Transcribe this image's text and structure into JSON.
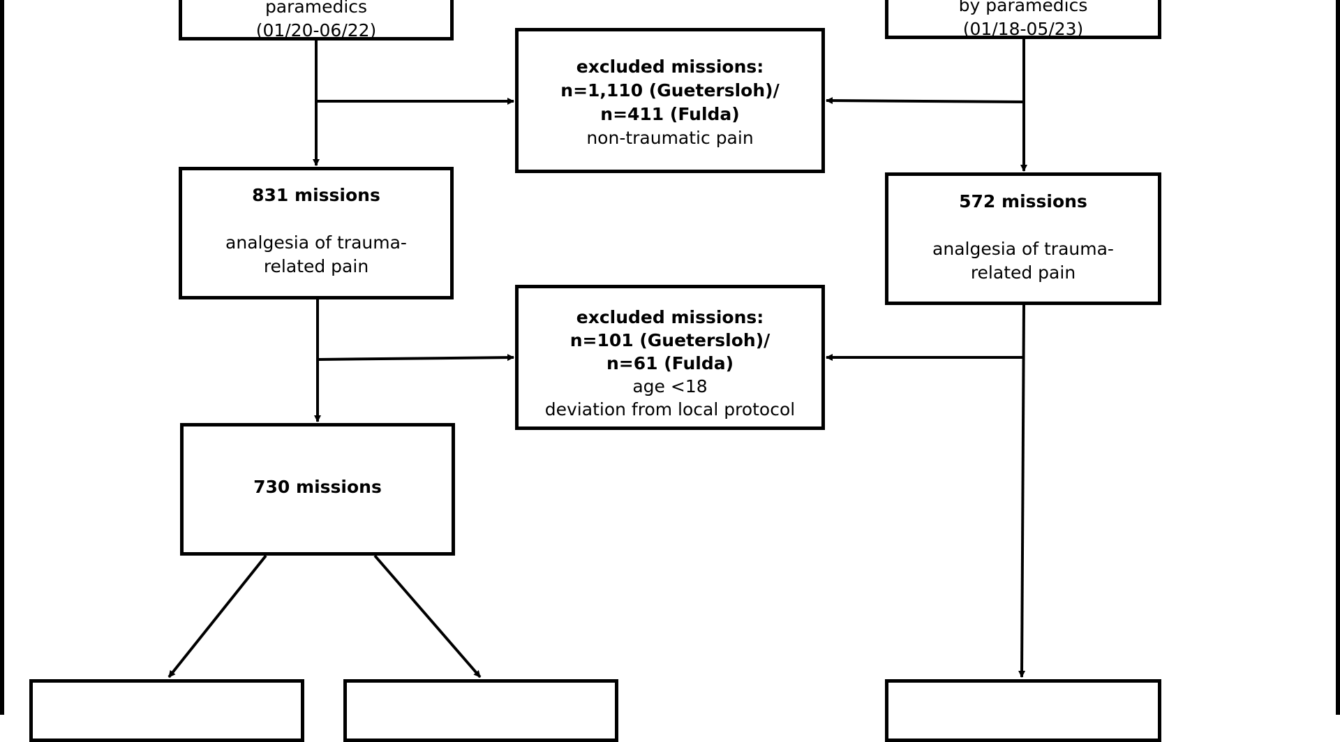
{
  "boxes": {
    "top_left": {
      "line1": "paramedics",
      "line2": "(01/20-06/22)"
    },
    "top_right": {
      "line1": "by paramedics",
      "line2": "(01/18-05/23)"
    },
    "excluded_1": {
      "line1": "excluded missions:",
      "line2": "n=1,110 (Guetersloh)/",
      "line3": "n=411 (Fulda)",
      "line4": "non-traumatic pain"
    },
    "left_831": {
      "title": "831 missions",
      "line1": "analgesia of trauma-",
      "line2": "related pain"
    },
    "right_572": {
      "title": "572 missions",
      "line1": "analgesia of trauma-",
      "line2": "related  pain"
    },
    "excluded_2": {
      "line1": "excluded missions:",
      "line2": "n=101 (Guetersloh)/",
      "line3": "n=61 (Fulda)",
      "line4": "age <18",
      "line5": "deviation from local protocol"
    },
    "left_730": {
      "title": "730 missions"
    },
    "bottom_1": {
      "title": ""
    },
    "bottom_2": {
      "title": ""
    },
    "bottom_3": {
      "title": ""
    }
  }
}
